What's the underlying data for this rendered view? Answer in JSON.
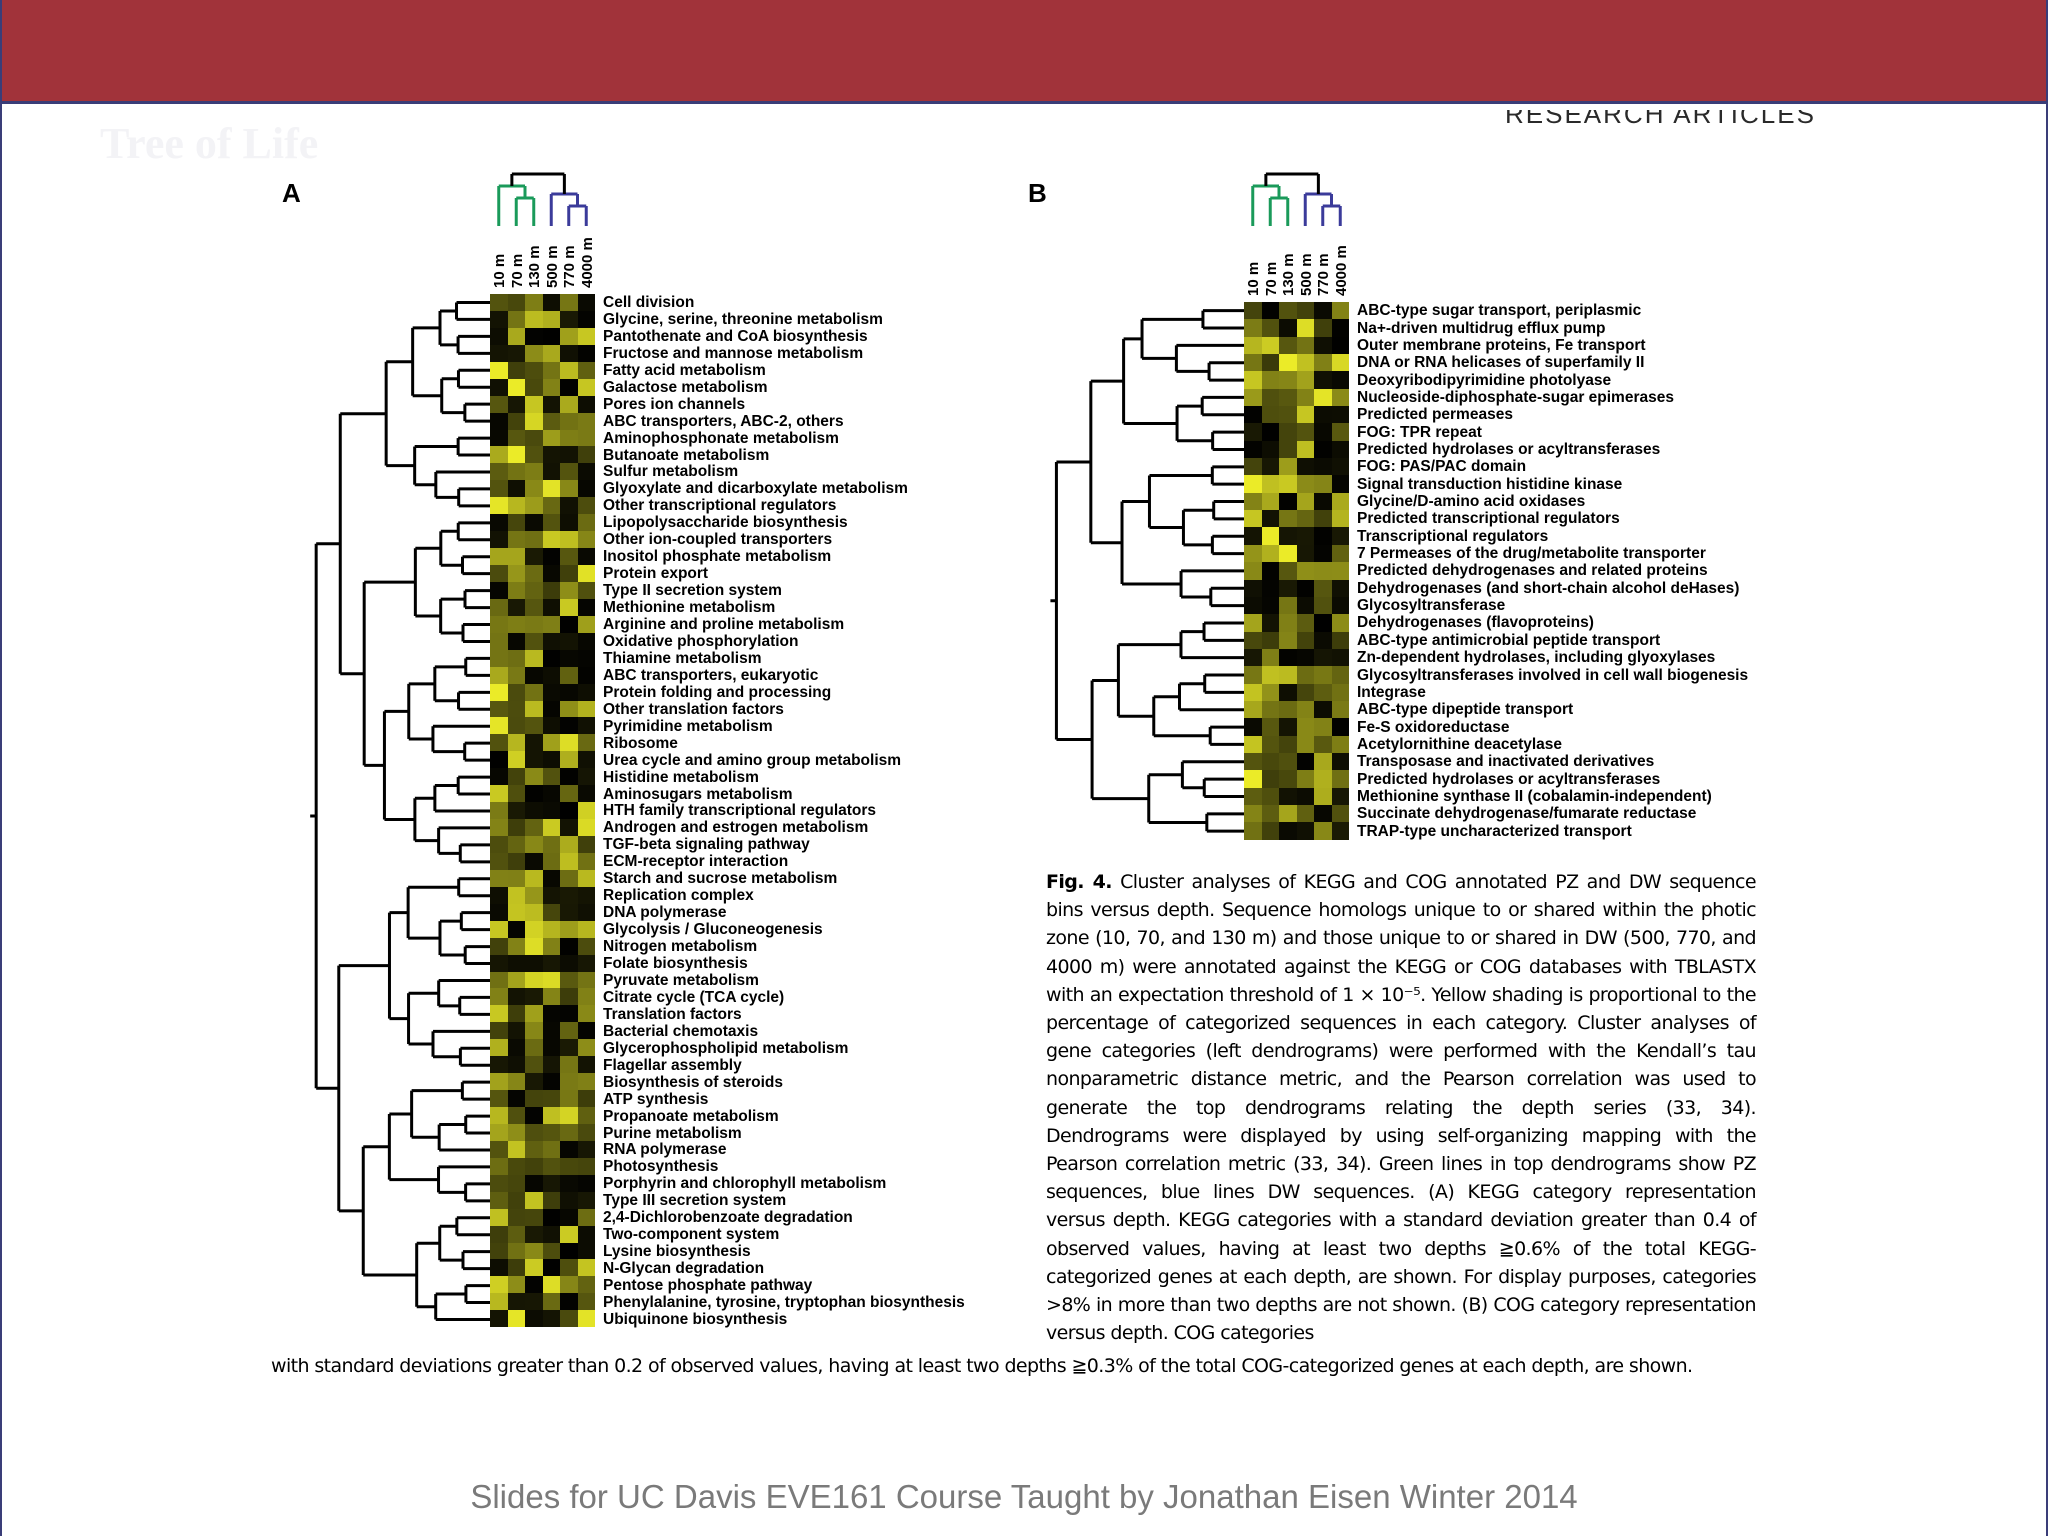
{
  "slide": {
    "watermark_title": "Tree of Life",
    "header_text": "RESEARCH ARTICLES",
    "footer": "Slides for UC Davis EVE161 Course Taught by Jonathan Eisen Winter 2014",
    "accent_color": "#a1333a",
    "border_color": "#3a3d78"
  },
  "figure": {
    "panel_a_label": "A",
    "panel_b_label": "B",
    "depths": [
      "10 m",
      "70 m",
      "130 m",
      "500 m",
      "770 m",
      "4000 m"
    ],
    "top_dendrogram_colors": {
      "pz": "#1a9a5a",
      "dw": "#3b3b9a"
    },
    "panel_a_categories": [
      "Cell division",
      "Glycine, serine, threonine metabolism",
      "Pantothenate and CoA biosynthesis",
      "Fructose and mannose metabolism",
      "Fatty acid metabolism",
      "Galactose metabolism",
      "Pores ion channels",
      "ABC transporters, ABC-2, others",
      "Aminophosphonate metabolism",
      "Butanoate metabolism",
      "Sulfur metabolism",
      "Glyoxylate and dicarboxylate metabolism",
      "Other transcriptional regulators",
      "Lipopolysaccharide biosynthesis",
      "Other ion-coupled transporters",
      "Inositol phosphate metabolism",
      "Protein export",
      "Type II secretion system",
      "Methionine metabolism",
      "Arginine and proline metabolism",
      "Oxidative phosphorylation",
      "Thiamine metabolism",
      "ABC transporters, eukaryotic",
      "Protein folding and processing",
      "Other translation factors",
      "Pyrimidine metabolism",
      "Ribosome",
      "Urea cycle and amino group metabolism",
      "Histidine metabolism",
      "Aminosugars metabolism",
      "HTH family transcriptional regulators",
      "Androgen and estrogen metabolism",
      "TGF-beta signaling pathway",
      "ECM-receptor interaction",
      "Starch and sucrose metabolism",
      "Replication complex",
      "DNA polymerase",
      "Glycolysis / Gluconeogenesis",
      "Nitrogen metabolism",
      "Folate biosynthesis",
      "Pyruvate metabolism",
      "Citrate cycle (TCA cycle)",
      "Translation factors",
      "Bacterial chemotaxis",
      "Glycerophospholipid metabolism",
      "Flagellar assembly",
      "Biosynthesis of steroids",
      "ATP synthesis",
      "Propanoate metabolism",
      "Purine metabolism",
      "RNA polymerase",
      "Photosynthesis",
      "Porphyrin and chlorophyll metabolism",
      "Type III secretion system",
      "2,4-Dichlorobenzoate degradation",
      "Two-component system",
      "Lysine biosynthesis",
      "N-Glycan degradation",
      "Pentose phosphate pathway",
      "Phenylalanine, tyrosine, tryptophan biosynthesis",
      "Ubiquinone biosynthesis"
    ],
    "panel_b_categories": [
      "ABC-type sugar transport, periplasmic",
      "Na+-driven multidrug efflux pump",
      "Outer membrane proteins, Fe transport",
      "DNA or RNA helicases of superfamily II",
      "Deoxyribodipyrimidine photolyase",
      "Nucleoside-diphosphate-sugar epimerases",
      "Predicted permeases",
      "FOG: TPR repeat",
      "Predicted hydrolases or acyltransferases",
      "FOG: PAS/PAC domain",
      "Signal transduction histidine kinase",
      "Glycine/D-amino acid oxidases",
      "Predicted transcriptional regulators",
      "Transcriptional regulators",
      "7 Permeases of the drug/metabolite transporter",
      "Predicted dehydrogenases and related proteins",
      "Dehydrogenases (and short-chain alcohol deHases)",
      "Glycosyltransferase",
      "Dehydrogenases (flavoproteins)",
      "ABC-type antimicrobial peptide transport",
      "Zn-dependent hydrolases, including glyoxylases",
      "Glycosyltransferases involved in cell wall biogenesis",
      "Integrase",
      "ABC-type dipeptide transport",
      "Fe-S oxidoreductase",
      "Acetylornithine deacetylase",
      "Transposase and inactivated derivatives",
      "Predicted hydrolases or acyltransferases",
      "Methionine synthase II (cobalamin-independent)",
      "Succinate dehydrogenase/fumarate reductase",
      "TRAP-type uncharacterized transport"
    ],
    "caption_main": "Fig. 4. Cluster analyses of KEGG and COG annotated PZ and DW sequence bins versus depth. Sequence homologs unique to or shared within the photic zone (10, 70, and 130 m) and those unique to or shared in DW (500, 770, and 4000 m) were annotated against the KEGG or COG databases with TBLASTX with an expectation threshold of 1 × 10⁻⁵. Yellow shading is proportional to the percentage of categorized sequences in each category. Cluster analyses of gene categories (left dendrograms) were performed with the Kendall’s tau nonparametric distance metric, and the Pearson correlation was used to generate the top dendrograms relating the depth series (33, 34). Dendrograms were displayed by using self-organizing mapping with the Pearson correlation metric (33, 34). Green lines in top dendrograms show PZ sequences, blue lines DW sequences. (A) KEGG category representation versus depth. KEGG categories with a standard deviation greater than 0.4 of observed values, having at least two depths ≧0.6% of the total KEGG-categorized genes at each depth, are shown. For display purposes, categories >8% in more than two depths are not shown. (B) COG category representation versus depth. COG categories",
    "caption_continued": "with standard deviations greater than 0.2 of observed values, having at least two depths ≧0.3% of the total COG-categorized genes at each depth, are shown."
  }
}
